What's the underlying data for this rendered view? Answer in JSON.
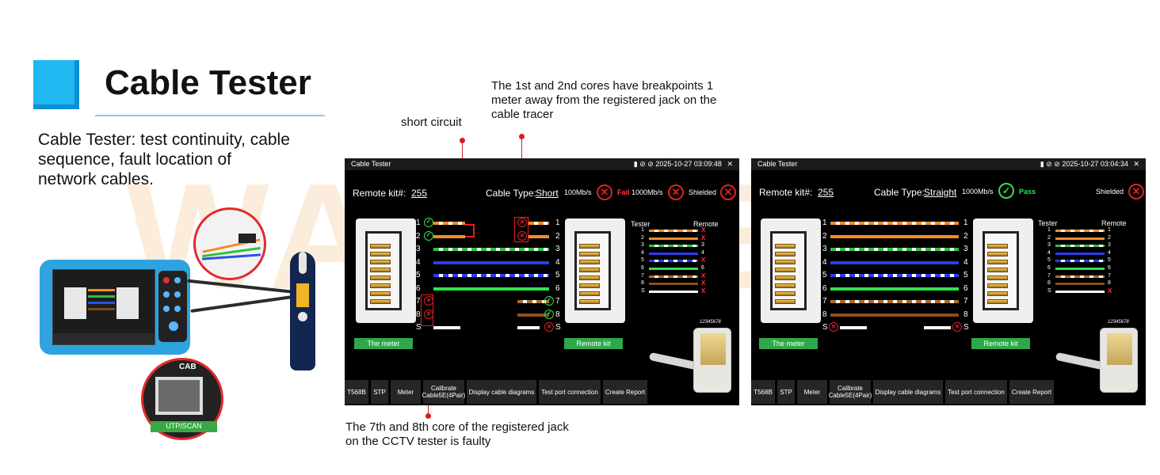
{
  "header": {
    "title": "Cable Tester",
    "intro": "Cable Tester: test continuity, cable sequence, fault location of network cables."
  },
  "watermark": "WANLTECH",
  "device": {
    "port_label": "UTP/SCAN",
    "port_top_label": "CAB"
  },
  "annotations": {
    "short_circuit": "short circuit",
    "breakpoints": "The 1st and 2nd cores have breakpoints 1 meter away from the registered jack on the cable tracer",
    "faulty": "The 7th and 8th core of the registered jack on the CCTV tester is faulty"
  },
  "screen_left": {
    "window_title": "Cable Tester",
    "datetime": "2025-10-27 03:09:48",
    "close": "✕",
    "remote_kit_label": "Remote kit#:",
    "remote_kit_value": "255",
    "cable_type_label": "Cable Type:",
    "cable_type_value": "Short",
    "speed_1": "100Mb/s",
    "result": "Fail",
    "speed_2": "1000Mb/s",
    "shielded": "Shielded",
    "meter_label": "The meter",
    "remote_label": "Remote kit",
    "tester_header": "Tester",
    "remote_header": "Remote",
    "pins": [
      "1",
      "2",
      "3",
      "4",
      "5",
      "6",
      "7",
      "8",
      "S"
    ],
    "pin_left_status": [
      "ok",
      "ok",
      "none",
      "none",
      "none",
      "none",
      "fail",
      "fail",
      "none"
    ],
    "pin_right_status": [
      "fail",
      "fail",
      "none",
      "none",
      "none",
      "none",
      "ok",
      "ok",
      "fail"
    ],
    "mini_remote_status": [
      "X",
      "X",
      "",
      "",
      "X",
      "",
      "X",
      "X",
      "X"
    ],
    "serial": "12345678",
    "toolbar": [
      "T568B",
      "STP",
      "Meter",
      "Calibrate Cable5E(4Pair)",
      "Display cable diagrams",
      "Test port connection",
      "Create Report"
    ]
  },
  "screen_right": {
    "window_title": "Cable Tester",
    "datetime": "2025-10-27 03:04:34",
    "close": "✕",
    "remote_kit_label": "Remote kit#:",
    "remote_kit_value": "255",
    "cable_type_label": "Cable Type:",
    "cable_type_value": "Straight",
    "speed": "1000Mb/s",
    "result": "Pass",
    "shielded": "Shielded",
    "meter_label": "The meter",
    "remote_label": "Remote kit",
    "tester_header": "Tester",
    "remote_header": "Remote",
    "pins": [
      "1",
      "2",
      "3",
      "4",
      "5",
      "6",
      "7",
      "8",
      "S"
    ],
    "mini_remote_status": [
      "",
      "",
      "",
      "",
      "",
      "",
      "",
      "",
      "X"
    ],
    "serial": "12345678",
    "toolbar": [
      "T568B",
      "STP",
      "Meter",
      "Calibrate Cable5E(4Pair)",
      "Display cable diagrams",
      "Test port connection",
      "Create Report"
    ]
  },
  "colors": {
    "wires": [
      "orange-white",
      "orange",
      "green-white",
      "blue",
      "blue-white",
      "green",
      "brown-white",
      "brown",
      "white"
    ],
    "pass": "#2ee34a",
    "fail": "#ff3b3b",
    "accent": "#1fb8f0"
  }
}
